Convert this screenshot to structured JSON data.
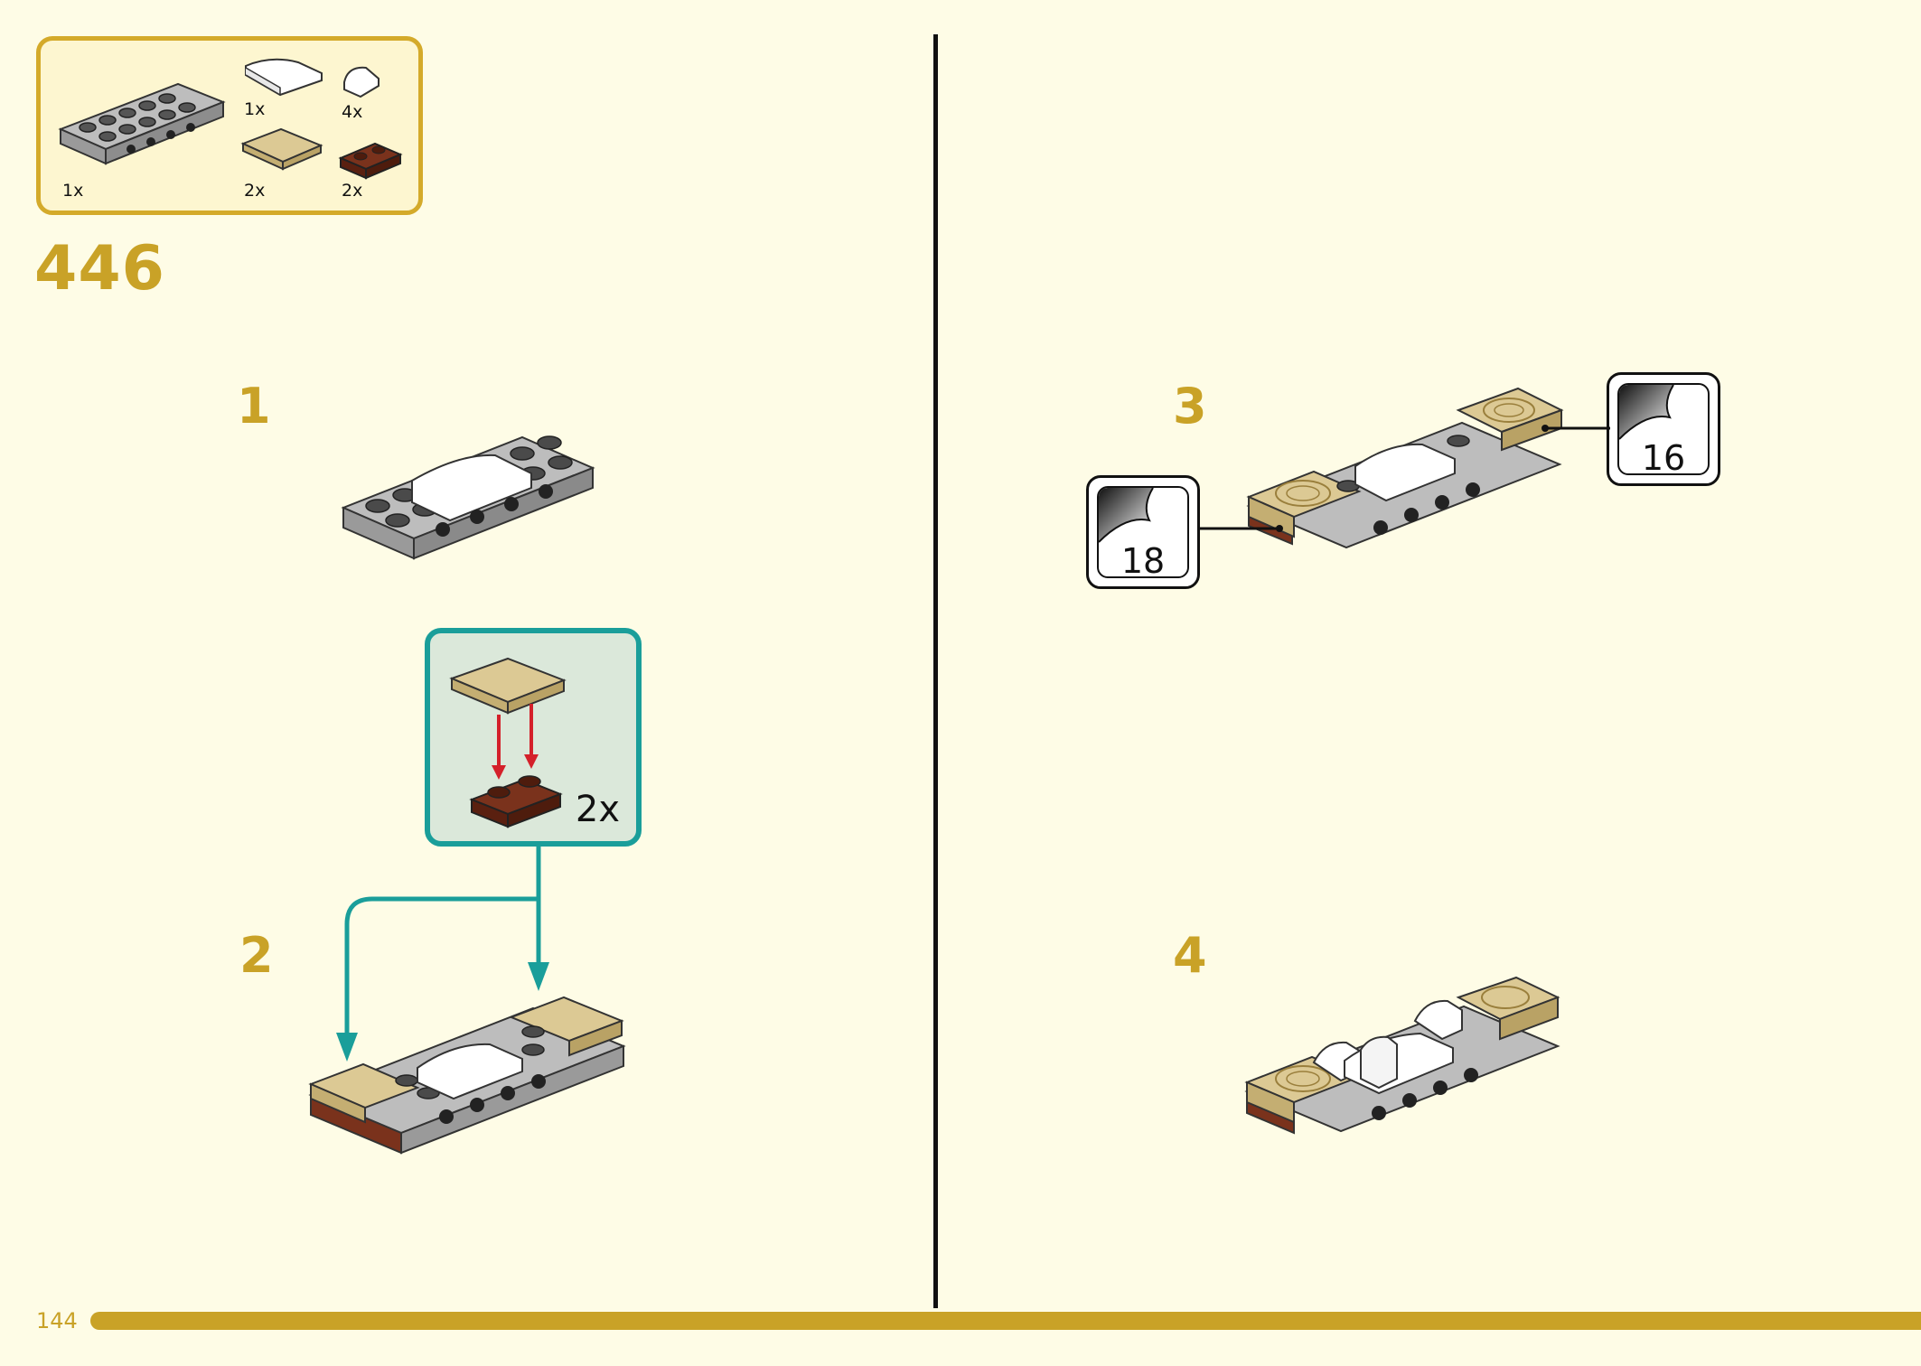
{
  "parts_list": {
    "items": [
      {
        "name": "light-gray-plate-2x6-with-studs-on-side",
        "qty": "1x"
      },
      {
        "name": "white-curved-slope-2x2",
        "qty": "1x"
      },
      {
        "name": "white-curved-slope-1x1",
        "qty": "4x"
      },
      {
        "name": "tan-tile-2x2",
        "qty": "2x"
      },
      {
        "name": "reddish-brown-plate-1x2",
        "qty": "2x"
      }
    ]
  },
  "build_number": "446",
  "steps": [
    {
      "number": "1"
    },
    {
      "number": "2"
    },
    {
      "number": "3"
    },
    {
      "number": "4"
    }
  ],
  "callout": {
    "qty": "2x"
  },
  "stickers": [
    {
      "number": "18"
    },
    {
      "number": "16"
    }
  ],
  "page_number": "144",
  "colors": {
    "background": "#fefce6",
    "accent_gold": "#c9a227",
    "callout_teal": "#1a9e9a",
    "callout_bg": "#dbe8da",
    "tan": "#d9c48c",
    "reddish_brown": "#6e2b16",
    "light_gray": "#a9a9a9"
  }
}
